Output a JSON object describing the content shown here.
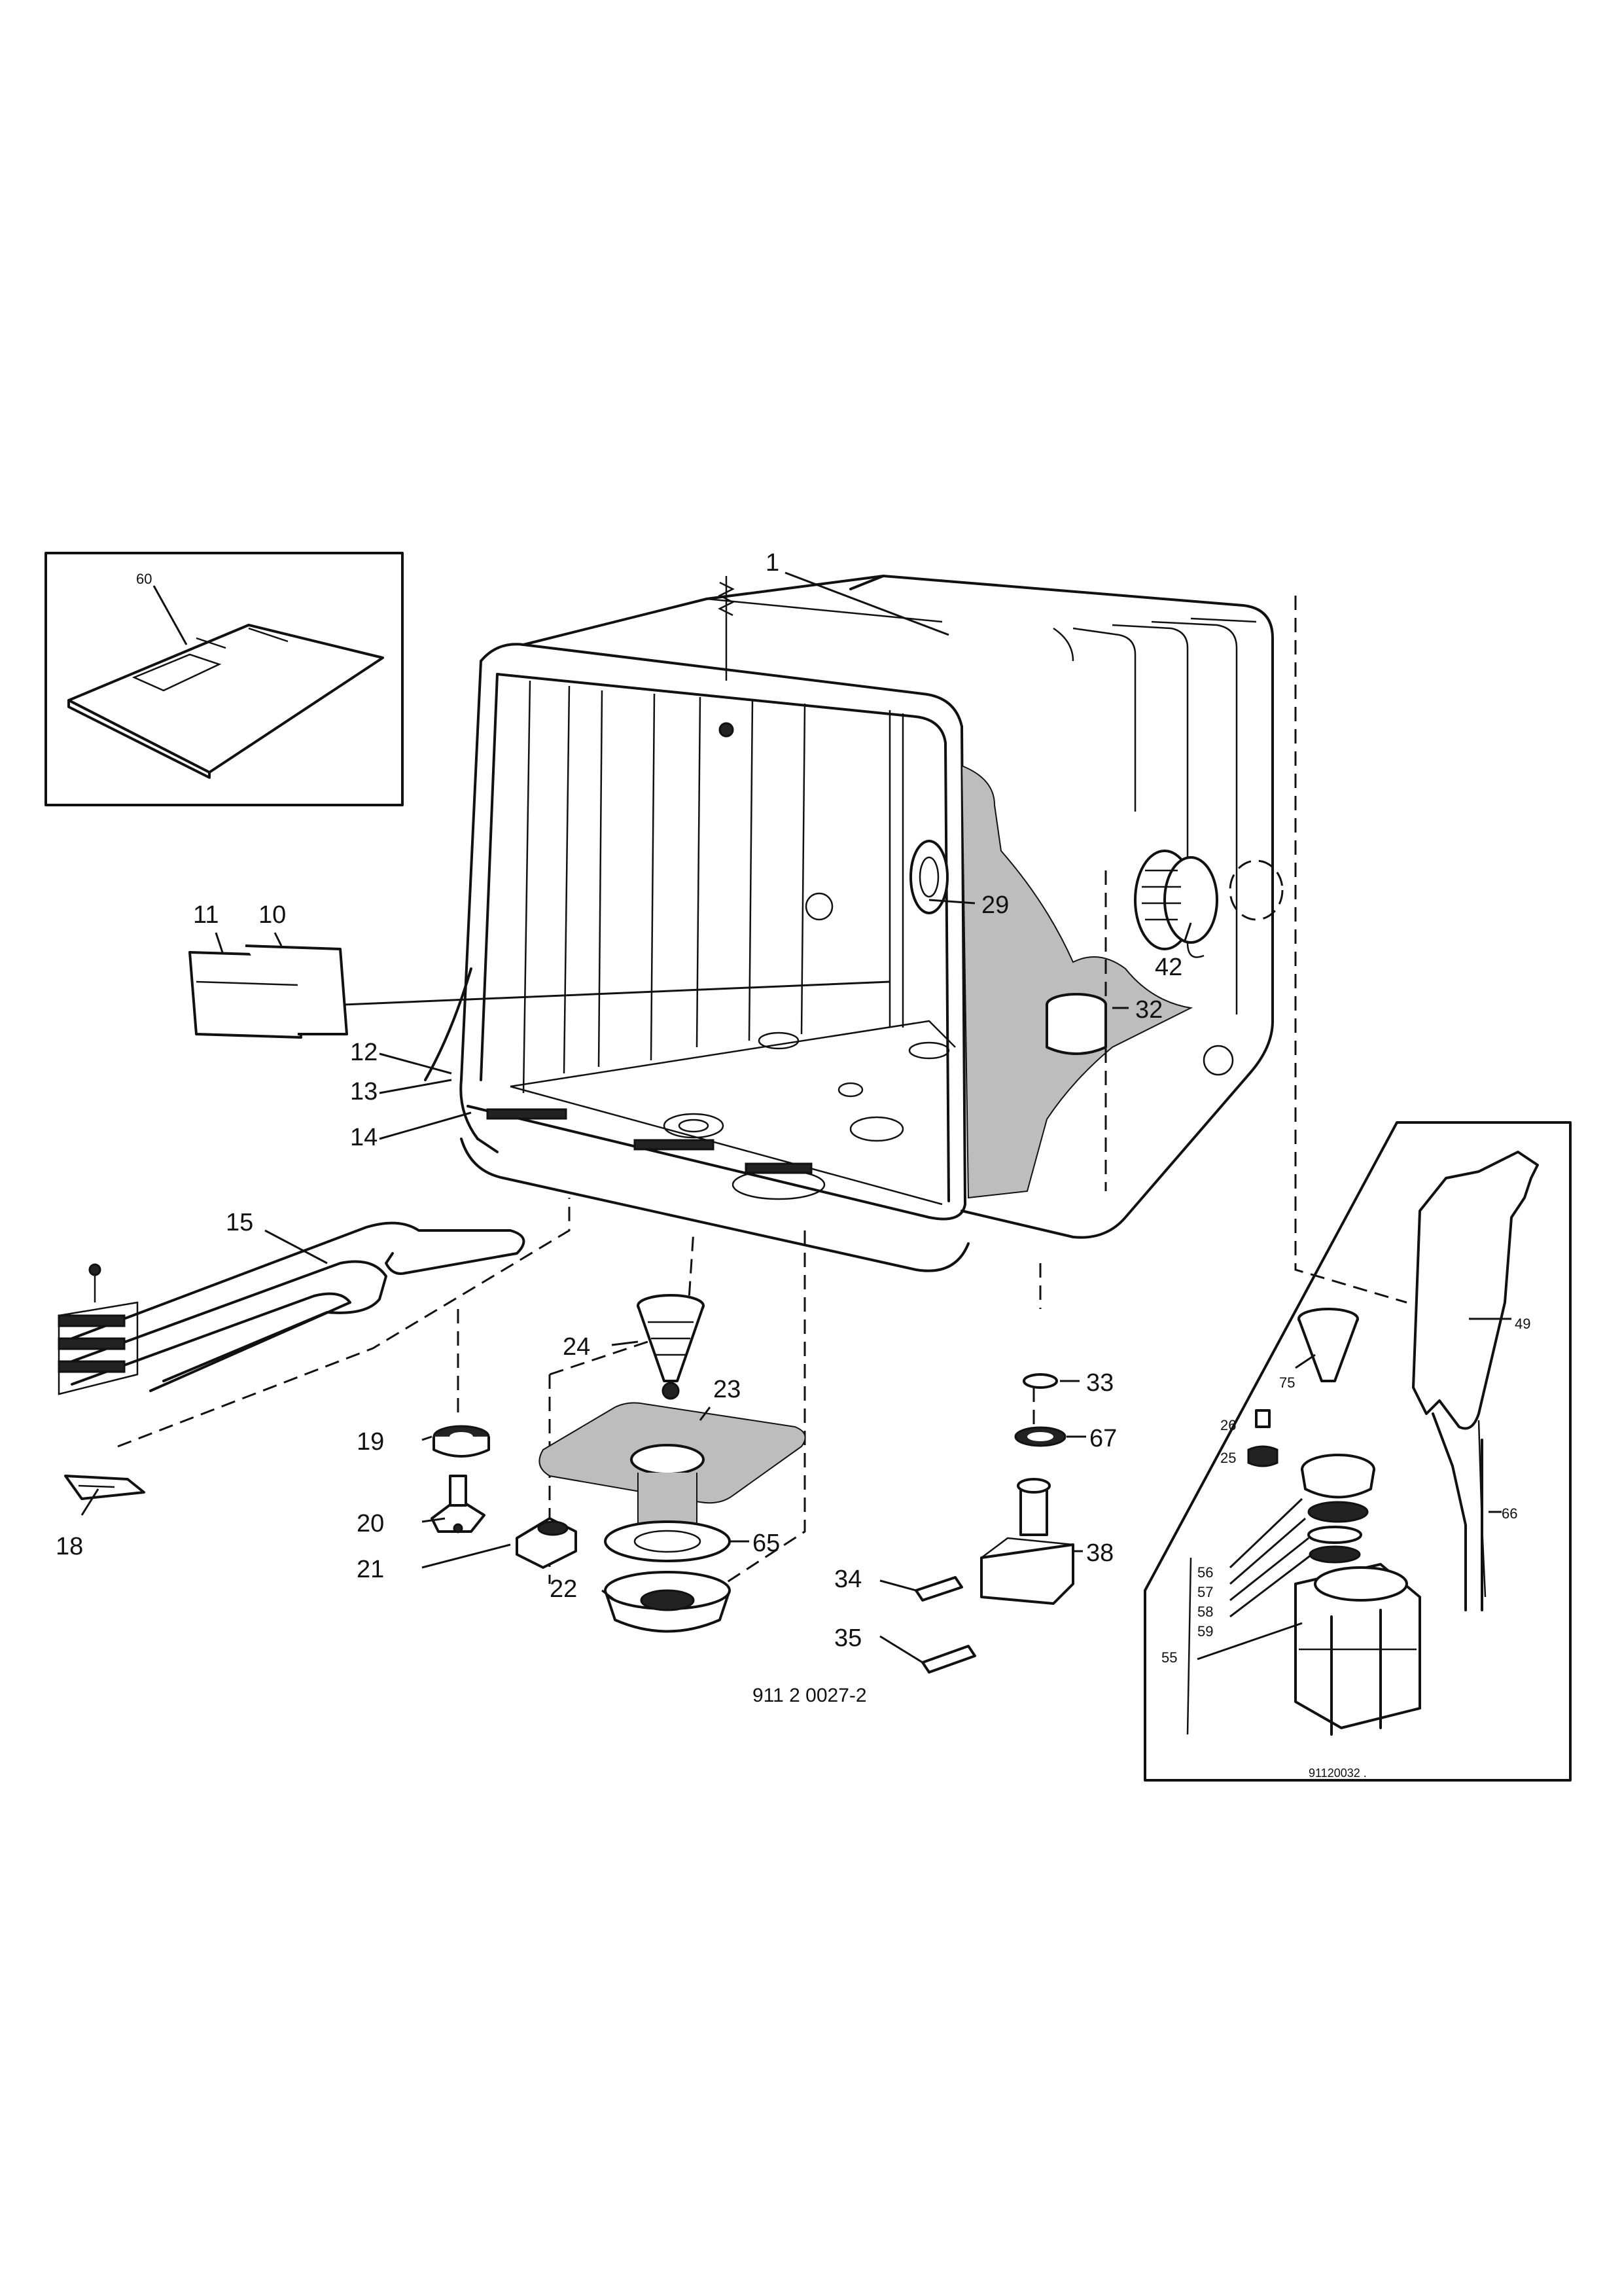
{
  "labels": {
    "l1": "1",
    "l10": "10",
    "l11": "11",
    "l12": "12",
    "l13": "13",
    "l14": "14",
    "l15": "15",
    "l18": "18",
    "l19": "19",
    "l20": "20",
    "l21": "21",
    "l22": "22",
    "l23": "23",
    "l24": "24",
    "l25": "25",
    "l26": "26",
    "l29": "29",
    "l32": "32",
    "l33": "33",
    "l34": "34",
    "l35": "35",
    "l38": "38",
    "l42": "42",
    "l49": "49",
    "l55": "55",
    "l56": "56",
    "l57": "57",
    "l58": "58",
    "l59": "59",
    "l60": "60",
    "l65": "65",
    "l66": "66",
    "l67": "67",
    "l75": "75"
  },
  "codes": {
    "main": "911 2 0027-2",
    "inset": "91120032 ."
  }
}
